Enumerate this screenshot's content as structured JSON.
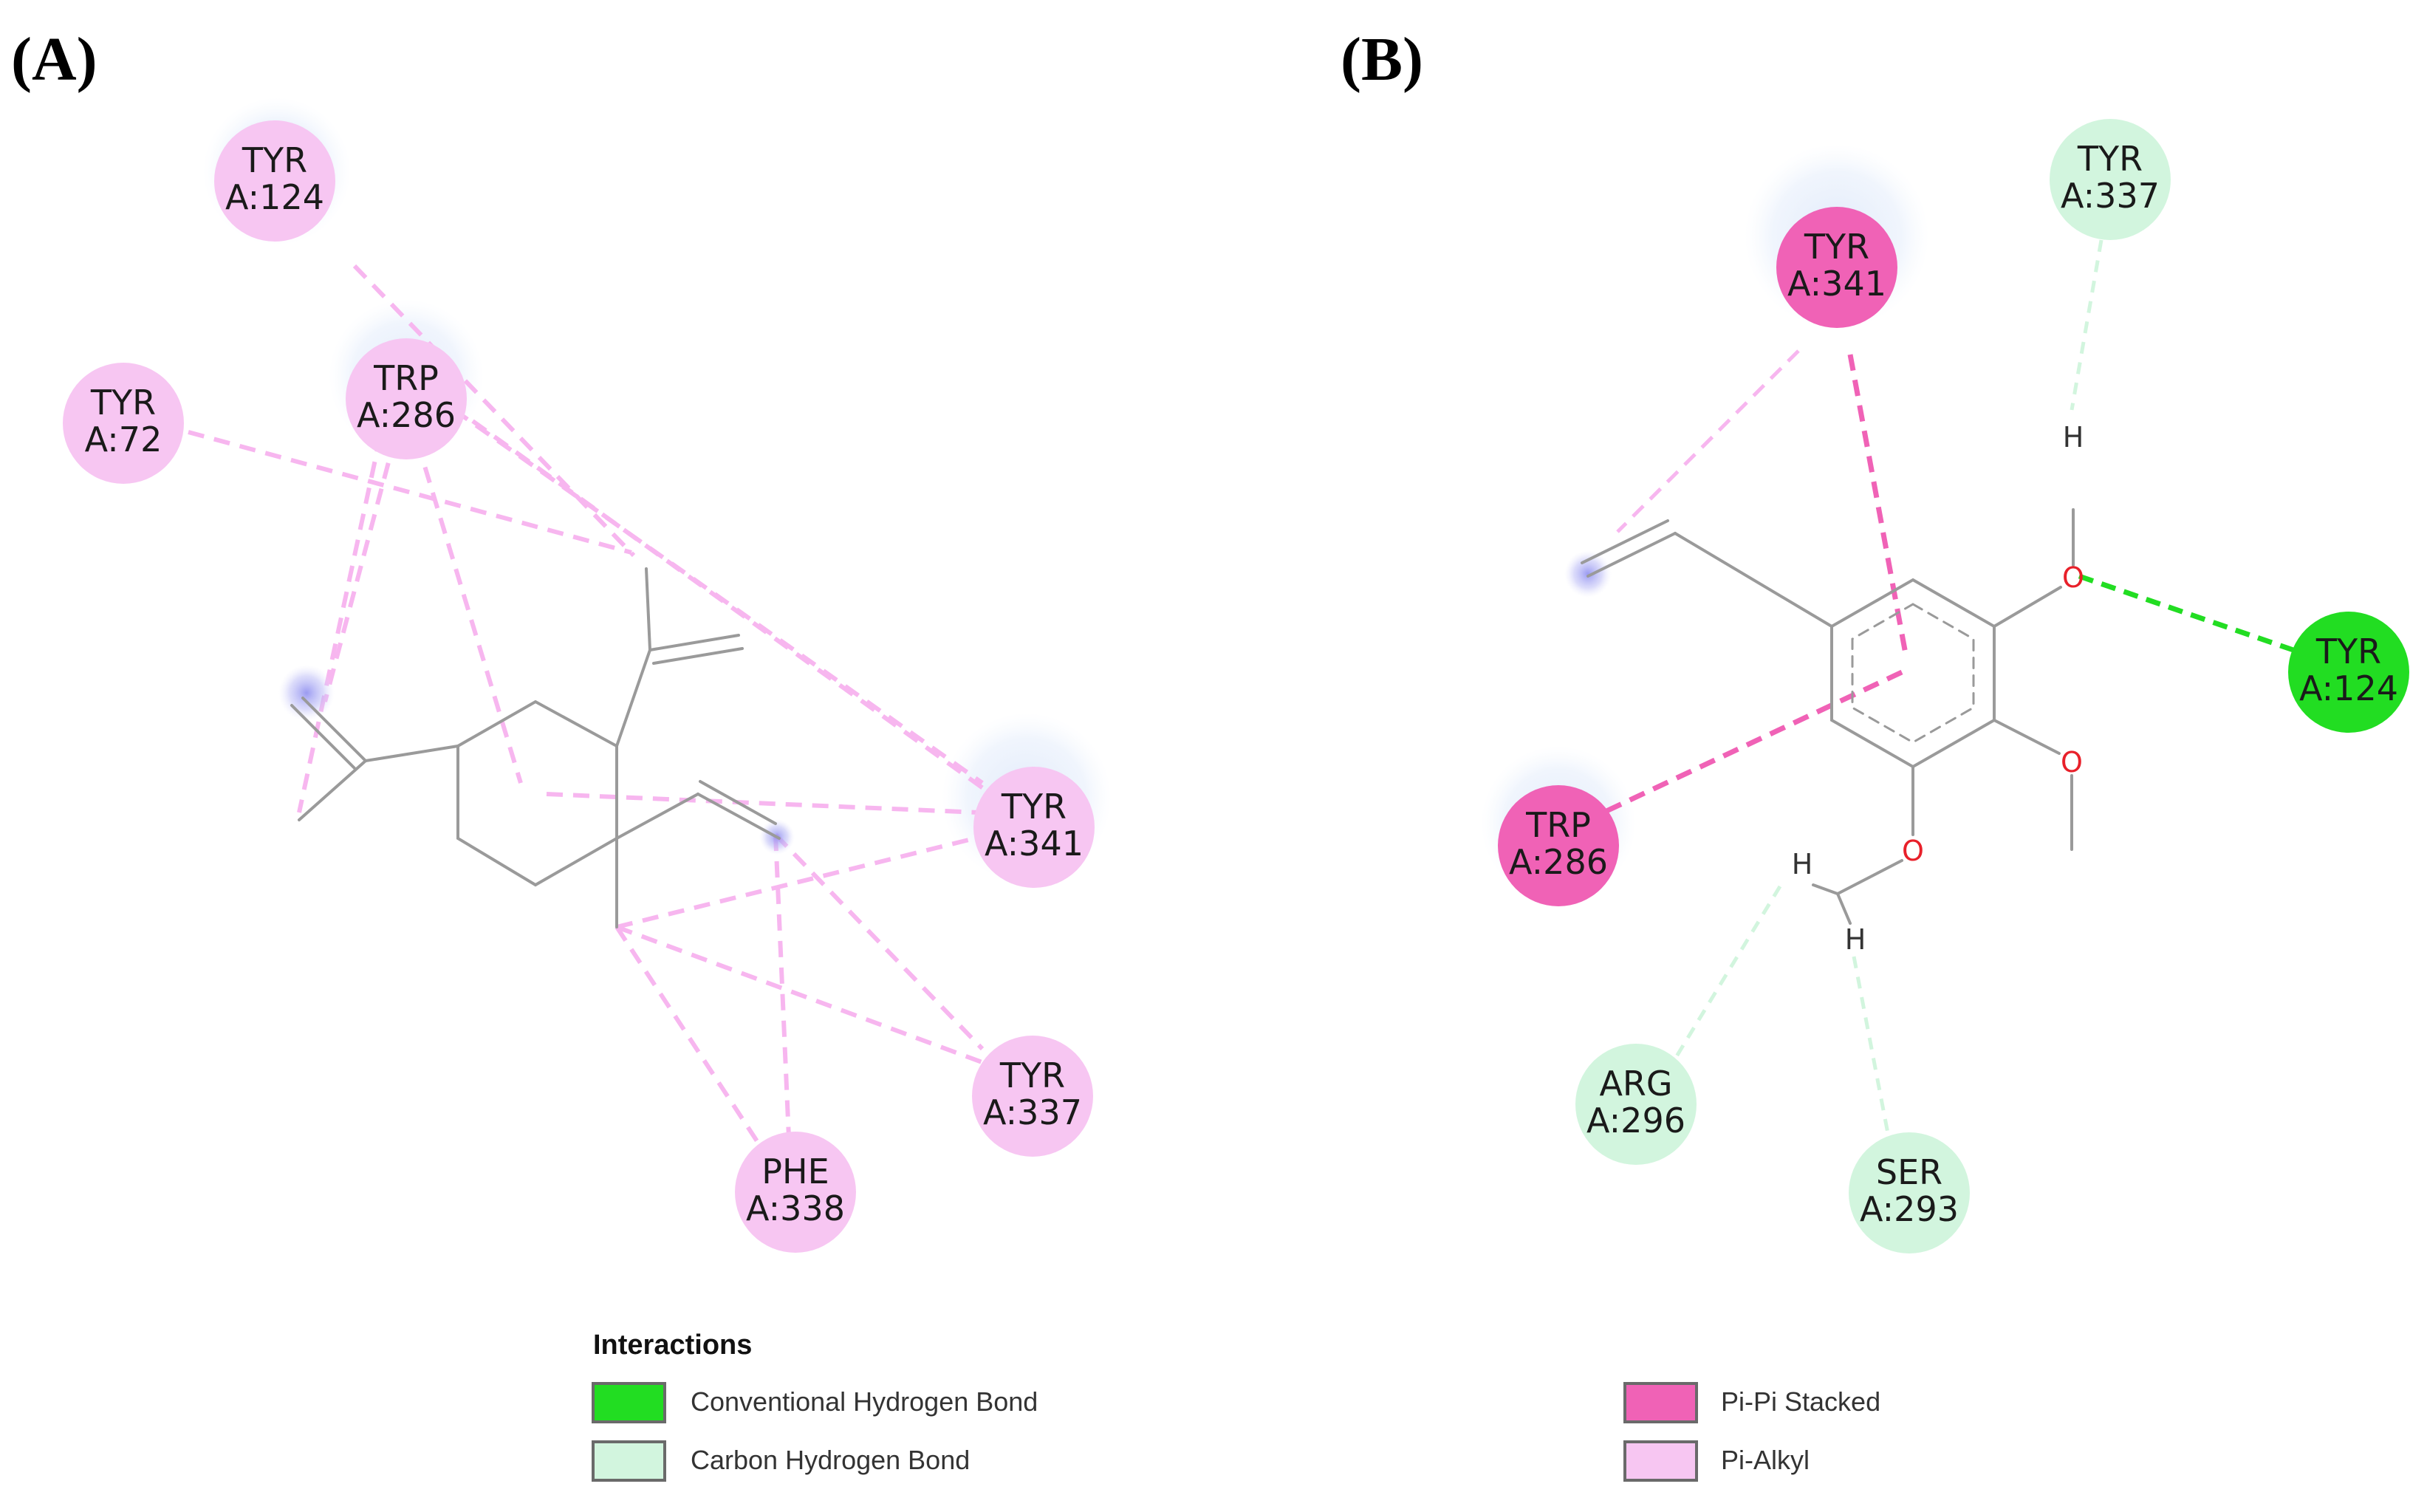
{
  "colors": {
    "conventional_h_bond": "#22dd22",
    "carbon_h_bond": "#d2f5de",
    "pi_pi_stacked": "#f062b6",
    "pi_alkyl": "#f7c6f2",
    "bond": "#9a9a9a",
    "oxygen": "#e8202a",
    "hydrogen": "#333333"
  },
  "panels": [
    {
      "label": "(A)",
      "residues": [
        {
          "id": "a-tyr124",
          "name": "TYR",
          "number": "A:124",
          "type": "pi_alkyl",
          "halo": true
        },
        {
          "id": "a-tyr72",
          "name": "TYR",
          "number": "A:72",
          "type": "pi_alkyl",
          "halo": false
        },
        {
          "id": "a-trp286",
          "name": "TRP",
          "number": "A:286",
          "type": "pi_alkyl",
          "halo": true
        },
        {
          "id": "a-tyr341",
          "name": "TYR",
          "number": "A:341",
          "type": "pi_alkyl",
          "halo": true
        },
        {
          "id": "a-tyr337",
          "name": "TYR",
          "number": "A:337",
          "type": "pi_alkyl",
          "halo": false
        },
        {
          "id": "a-phe338",
          "name": "PHE",
          "number": "A:338",
          "type": "pi_alkyl",
          "halo": false
        }
      ]
    },
    {
      "label": "(B)",
      "residues": [
        {
          "id": "b-tyr341",
          "name": "TYR",
          "number": "A:341",
          "type": "pi_pi_stacked",
          "halo": true
        },
        {
          "id": "b-tyr337",
          "name": "TYR",
          "number": "A:337",
          "type": "carbon_h_bond",
          "halo": false
        },
        {
          "id": "b-tyr124",
          "name": "TYR",
          "number": "A:124",
          "type": "conventional_h_bond",
          "halo": false
        },
        {
          "id": "b-trp286",
          "name": "TRP",
          "number": "A:286",
          "type": "pi_pi_stacked",
          "halo": true
        },
        {
          "id": "b-arg296",
          "name": "ARG",
          "number": "A:296",
          "type": "carbon_h_bond",
          "halo": false
        },
        {
          "id": "b-ser293",
          "name": "SER",
          "number": "A:293",
          "type": "carbon_h_bond",
          "halo": false
        }
      ],
      "atoms": [
        {
          "id": "o1",
          "symbol": "O"
        },
        {
          "id": "o2",
          "symbol": "O"
        },
        {
          "id": "o3",
          "symbol": "O"
        },
        {
          "id": "h1",
          "symbol": "H"
        },
        {
          "id": "h2",
          "symbol": "H"
        },
        {
          "id": "h3",
          "symbol": "H"
        }
      ]
    }
  ],
  "legend": {
    "title": "Interactions",
    "items": [
      {
        "key": "conventional_h_bond",
        "label": "Conventional Hydrogen Bond"
      },
      {
        "key": "carbon_h_bond",
        "label": "Carbon Hydrogen Bond"
      },
      {
        "key": "pi_pi_stacked",
        "label": "Pi-Pi Stacked"
      },
      {
        "key": "pi_alkyl",
        "label": "Pi-Alkyl"
      }
    ]
  }
}
